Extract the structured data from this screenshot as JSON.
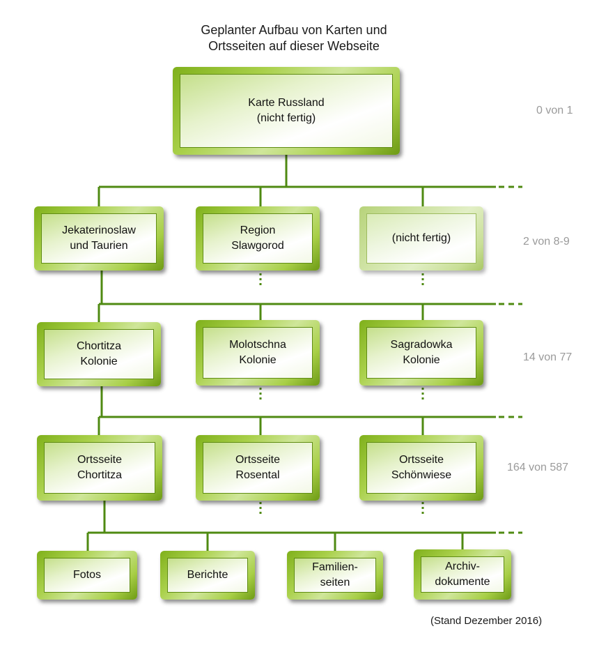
{
  "title": {
    "line1": "Geplanter Aufbau von Karten und",
    "line2": "Ortsseiten auf dieser Webseite"
  },
  "nodes": {
    "root": {
      "line1": "Karte Russland",
      "line2": "(nicht fertig)"
    },
    "l1_a": {
      "line1": "Jekaterinoslaw",
      "line2": "und Taurien"
    },
    "l1_b": {
      "line1": "Region",
      "line2": "Slawgorod"
    },
    "l1_c": {
      "line1": "(nicht fertig)"
    },
    "l2_a": {
      "line1": "Chortitza",
      "line2": "Kolonie"
    },
    "l2_b": {
      "line1": "Molotschna",
      "line2": "Kolonie"
    },
    "l2_c": {
      "line1": "Sagradowka",
      "line2": "Kolonie"
    },
    "l3_a": {
      "line1": "Ortsseite",
      "line2": "Chortitza"
    },
    "l3_b": {
      "line1": "Ortsseite",
      "line2": "Rosental"
    },
    "l3_c": {
      "line1": "Ortsseite",
      "line2": "Schönwiese"
    },
    "l4_a": {
      "line1": "Fotos"
    },
    "l4_b": {
      "line1": "Berichte"
    },
    "l4_c": {
      "line1": "Familien-",
      "line2": "seiten"
    },
    "l4_d": {
      "line1": "Archiv-",
      "line2": "dokumente"
    }
  },
  "counts": {
    "level0": "0 von 1",
    "level1": "2 von 8-9",
    "level2": "14 von 77",
    "level3": "164 von 587"
  },
  "footnote": "(Stand Dezember 2016)",
  "colors": {
    "connector": "#4f8a12",
    "count_text": "#9a9a9a",
    "box_green": "#8fbf2a"
  }
}
